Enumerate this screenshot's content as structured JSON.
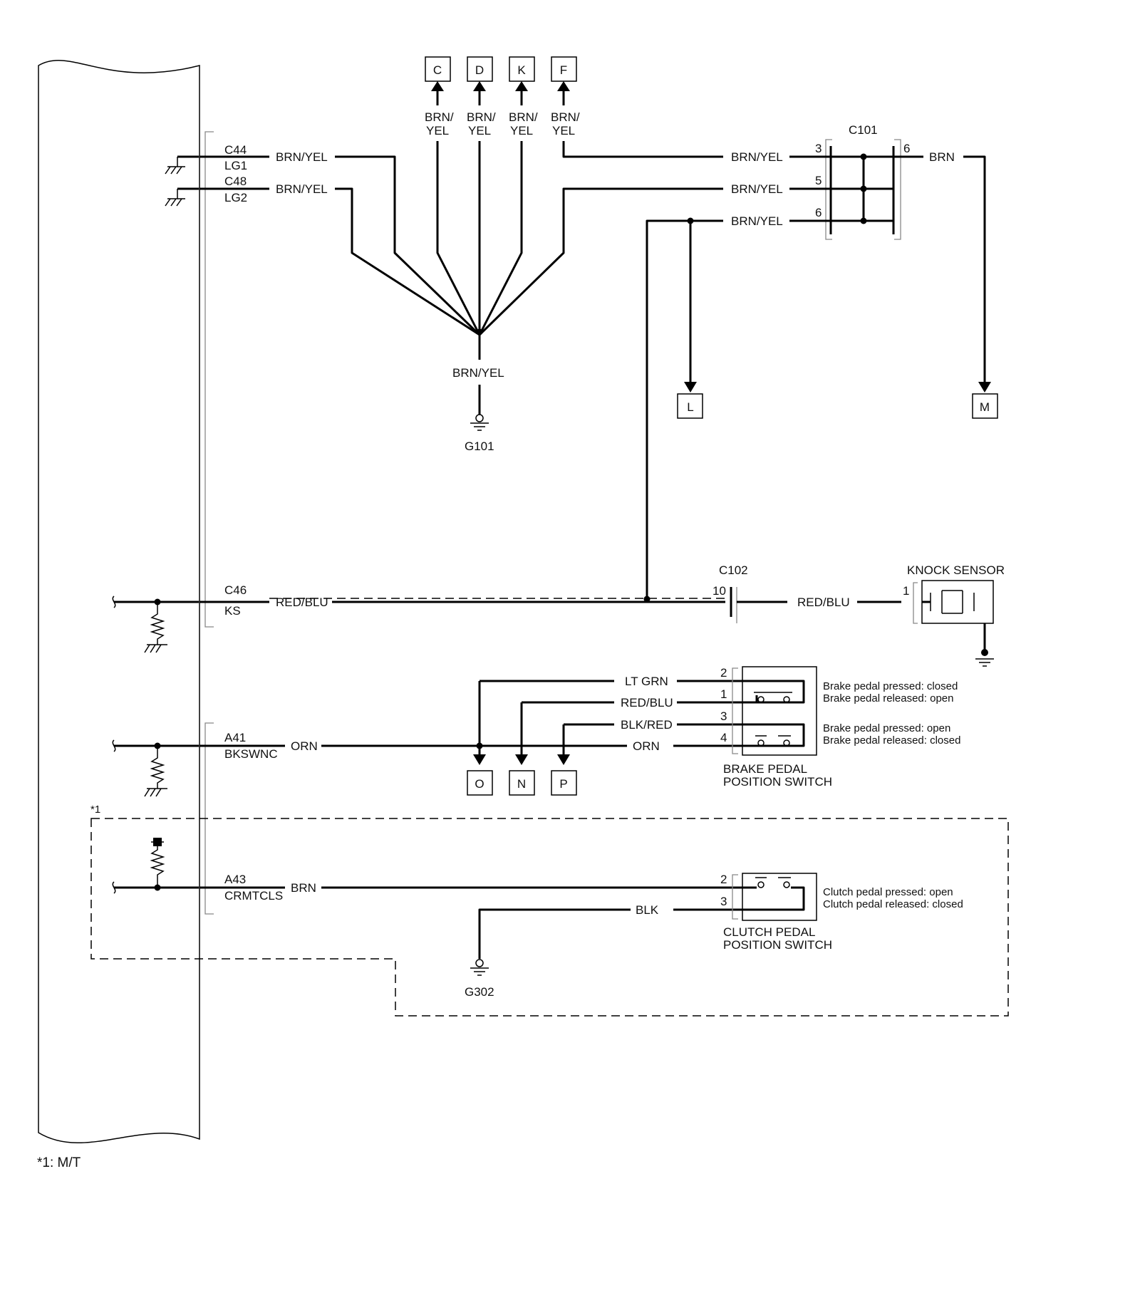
{
  "ecm_pins": {
    "c44": {
      "pin": "C44",
      "signal": "LG1",
      "wire": "BRN/YEL"
    },
    "c48": {
      "pin": "C48",
      "signal": "LG2",
      "wire": "BRN/YEL"
    },
    "c46": {
      "pin": "C46",
      "signal": "KS",
      "wire": "RED/BLU"
    },
    "a41": {
      "pin": "A41",
      "signal": "BKSWNC",
      "wire": "ORN"
    },
    "a43": {
      "pin": "A43",
      "signal": "CRMTCLS",
      "wire": "BRN"
    }
  },
  "top_refs": [
    {
      "letter": "C",
      "wire_top": "BRN/",
      "wire_bottom": "YEL"
    },
    {
      "letter": "D",
      "wire_top": "BRN/",
      "wire_bottom": "YEL"
    },
    {
      "letter": "K",
      "wire_top": "BRN/",
      "wire_bottom": "YEL"
    },
    {
      "letter": "F",
      "wire_top": "BRN/",
      "wire_bottom": "YEL"
    }
  ],
  "ground_splice": {
    "wire": "BRN/YEL",
    "ground": "G101"
  },
  "c101": {
    "name": "C101",
    "rows": [
      {
        "pin": "3",
        "wire": "BRN/YEL"
      },
      {
        "pin": "5",
        "wire": "BRN/YEL"
      },
      {
        "pin": "6",
        "wire": "BRN/YEL"
      }
    ],
    "out_pin": "6",
    "out_wire": "BRN"
  },
  "refs": {
    "l": "L",
    "m": "M",
    "o": "O",
    "n": "N",
    "p": "P"
  },
  "c102": {
    "name": "C102",
    "pin": "10",
    "wire": "RED/BLU"
  },
  "knock_sensor": {
    "title": "KNOCK SENSOR",
    "pin": "1"
  },
  "brake_switch": {
    "title_line1": "BRAKE PEDAL",
    "title_line2": "POSITION SWITCH",
    "wires": [
      {
        "pin": "2",
        "wire": "LT GRN"
      },
      {
        "pin": "1",
        "wire": "RED/BLU"
      },
      {
        "pin": "3",
        "wire": "BLK/RED"
      },
      {
        "pin": "4",
        "wire": "ORN"
      }
    ],
    "note1_a": "Brake pedal pressed: closed",
    "note1_b": "Brake pedal released: open",
    "note2_a": "Brake pedal pressed: open",
    "note2_b": "Brake pedal released: closed"
  },
  "clutch_switch": {
    "title_line1": "CLUTCH PEDAL",
    "title_line2": "POSITION SWITCH",
    "wires": [
      {
        "pin": "2",
        "wire": "BRN"
      },
      {
        "pin": "3",
        "wire": "BLK"
      }
    ],
    "note_a": "Clutch pedal pressed: open",
    "note_b": "Clutch pedal released: closed",
    "ground": "G302"
  },
  "mt_group": {
    "marker": "*1"
  },
  "footnote": "*1:  M/T",
  "colors": {
    "wire": "#000000",
    "bracket": "#888888",
    "background": "#ffffff"
  }
}
